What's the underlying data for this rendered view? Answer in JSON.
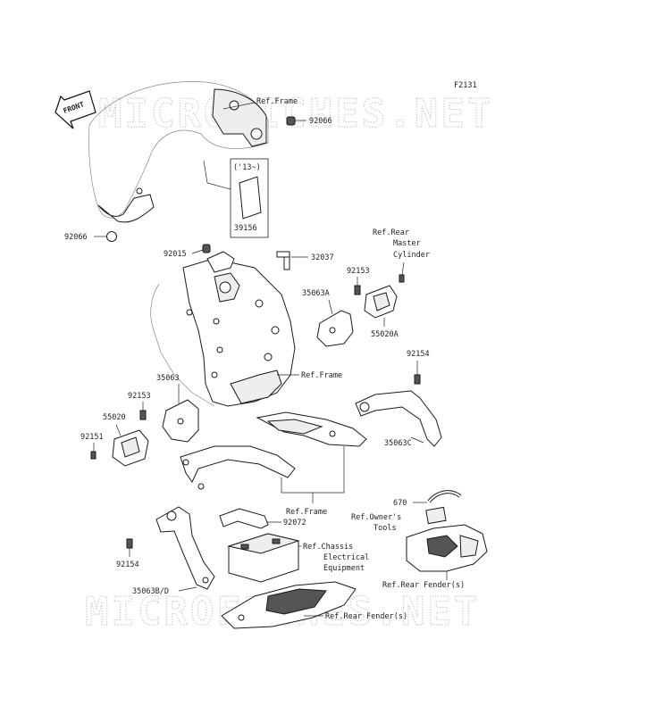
{
  "diagram": {
    "figure_code": "F2131",
    "front_arrow_label": "FRONT",
    "watermark": "MICROFICHES.NET",
    "labels": {
      "ref_frame_top": "Ref.Frame",
      "p92066_top": "92066",
      "year_note": "('13~)",
      "p39156": "39156",
      "p92066_left": "92066",
      "p92015": "92015",
      "p32037": "32037",
      "ref_rear_master_1": "Ref.Rear",
      "ref_rear_master_2": "Master",
      "ref_rear_master_3": "Cylinder",
      "p92153_right": "92153",
      "p35063A": "35063A",
      "p55020A": "55020A",
      "ref_frame_mid": "Ref.Frame",
      "p35063": "35063",
      "p92154_right": "92154",
      "p92153_left": "92153",
      "p55020": "55020",
      "p92151": "92151",
      "p35063C": "35063C",
      "ref_frame_low": "Ref.Frame",
      "p670": "670",
      "ref_owners_tools_1": "Ref.Owner's",
      "ref_owners_tools_2": "Tools",
      "p92072": "92072",
      "ref_chassis_1": "Ref.Chassis",
      "ref_chassis_2": "Electrical",
      "ref_chassis_3": "Equipment",
      "p92154_left": "92154",
      "ref_rear_fender_right": "Ref.Rear Fender(s)",
      "p35063BD": "35063B/D",
      "ref_rear_fender_bottom": "Ref.Rear Fender(s)"
    }
  }
}
